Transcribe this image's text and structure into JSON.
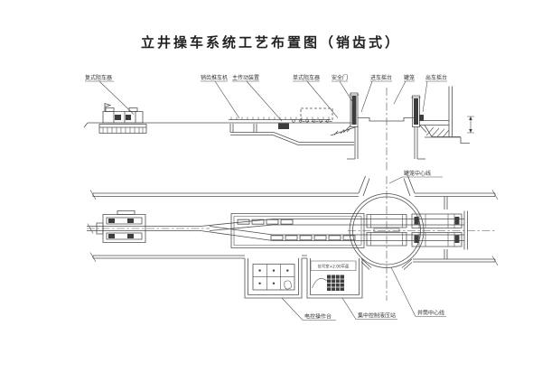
{
  "title": "立井操车系统工艺布置图（销齿式）",
  "colors": {
    "background": "#ffffff",
    "line": "#4f4f4f",
    "dark_fill": "#3d3d3d",
    "text": "#222222"
  },
  "labels": {
    "duplex_stop": "复式阻车器",
    "pin_rack_pusher": "销齿推车机",
    "main_drive": "主传动装置",
    "single_stop": "单式阻车器",
    "safety_gate": "安全门",
    "inlet_rocker": "进车摇台",
    "cage": "罐笼",
    "outlet_rocker": "出车摇台",
    "cage_centerline": "罐笼中心线",
    "room_note": "信号室+2.00平面",
    "control_console": "电控操作台",
    "hydraulic_station": "集中控制液压站",
    "shaft_centerline": "井筒中心线"
  }
}
